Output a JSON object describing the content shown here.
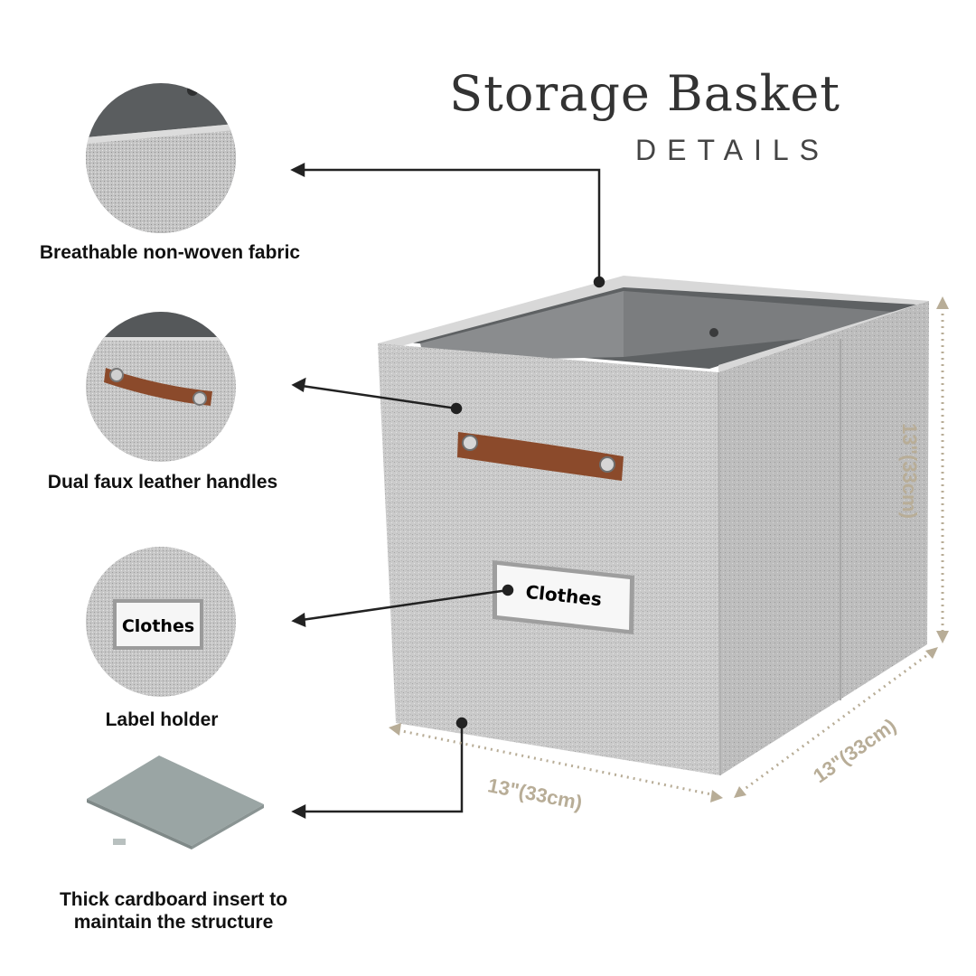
{
  "header": {
    "title": "Storage Basket",
    "subtitle": "DETAILS"
  },
  "features": [
    {
      "label": "Breathable non-woven fabric",
      "icon": "fabric-closeup-icon"
    },
    {
      "label": "Dual faux leather handles",
      "icon": "handle-closeup-icon"
    },
    {
      "label": "Label holder",
      "icon": "label-holder-closeup-icon",
      "label_text": "Clothes"
    },
    {
      "label": "Thick cardboard insert to maintain the structure",
      "icon": "cardboard-insert-icon"
    }
  ],
  "basket": {
    "label_text": "Clothes"
  },
  "dimensions": {
    "height": "13\"(33cm)",
    "width": "13\"(33cm)",
    "depth": "13\"(33cm)"
  },
  "colors": {
    "fabric": "#c9c9c9",
    "interior": "#6d6f70",
    "handle": "#8b4a2b",
    "dimension": "#b8ad97",
    "insert": "#9aa5a4"
  }
}
